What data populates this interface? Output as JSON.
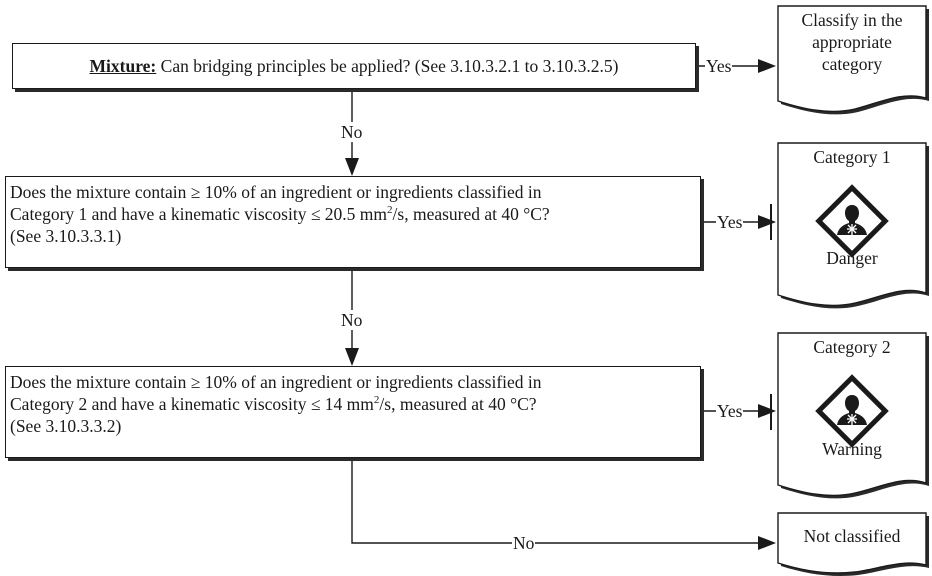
{
  "questions": [
    {
      "prefix": "Mixture:",
      "text": " Can bridging principles be applied? (See 3.10.3.2.1 to 3.10.3.2.5)"
    },
    {
      "line1": "Does the mixture contain ≥ 10% of an ingredient or ingredients classified in",
      "line2_a": "Category 1 and have a kinematic viscosity ≤ 20.5 mm",
      "line2_sup": "2",
      "line2_b": "/s, measured at 40 °C?",
      "line3": "(See 3.10.3.3.1)"
    },
    {
      "line1": "Does the mixture contain ≥ 10% of an ingredient or ingredients classified in",
      "line2_a": "Category 2 and have a kinematic viscosity ≤ 14 mm",
      "line2_sup": "2",
      "line2_b": "/s, measured at 40 °C?",
      "line3": "(See 3.10.3.3.2)"
    }
  ],
  "labels": {
    "yes": "Yes",
    "no": "No"
  },
  "outcomes": [
    {
      "lines": [
        "Classify in the",
        "appropriate",
        "category"
      ]
    },
    {
      "title": "Category 1",
      "signal_word": "Danger",
      "icon": "health-hazard-pictogram"
    },
    {
      "title": "Category 2",
      "signal_word": "Warning",
      "icon": "health-hazard-pictogram"
    },
    {
      "title": "Not classified"
    }
  ],
  "colors": {
    "ink": "#1a1a1a",
    "shadow": "#2a2a2a"
  }
}
